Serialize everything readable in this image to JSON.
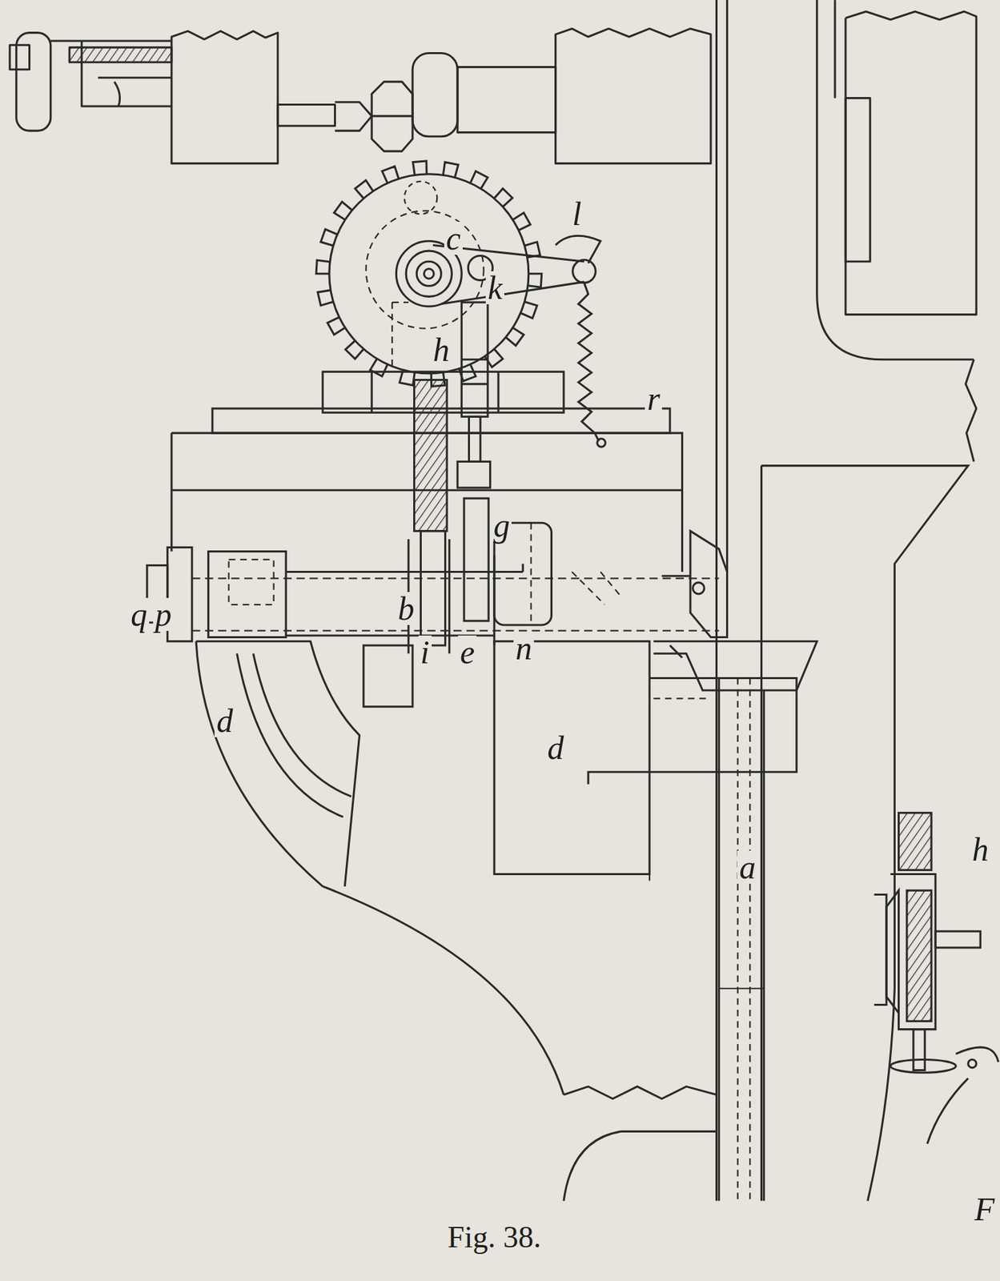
{
  "diagram": {
    "caption": "Fig. 38.",
    "labels": [
      "c",
      "l",
      "k",
      "h",
      "r",
      "g",
      "b",
      "q",
      "p",
      "i",
      "e",
      "n",
      "d",
      "d",
      "a",
      "h",
      "F"
    ]
  }
}
